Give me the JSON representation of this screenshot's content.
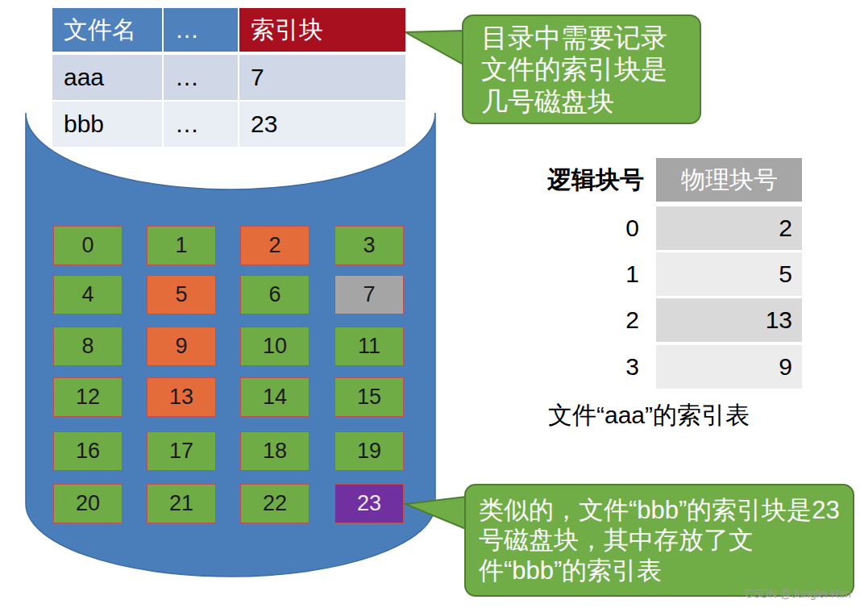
{
  "diagram": {
    "nodes": [
      {
        "text": [
          "目录中需要记录文件的索引块是几号磁盘块"
        ]
      },
      {
        "text": [
          "0"
        ]
      },
      {
        "text": [
          "1"
        ]
      },
      {
        "text": [
          "2"
        ]
      },
      {
        "text": [
          "3"
        ]
      },
      {
        "text": [
          "4"
        ]
      },
      {
        "text": [
          "5"
        ]
      },
      {
        "text": [
          "6"
        ]
      },
      {
        "text": [
          "7"
        ]
      },
      {
        "text": [
          "8"
        ]
      },
      {
        "text": [
          "9"
        ]
      },
      {
        "text": [
          "10"
        ]
      },
      {
        "text": [
          "11"
        ]
      },
      {
        "text": [
          "12"
        ]
      },
      {
        "text": [
          "13"
        ]
      },
      {
        "text": [
          "14"
        ]
      },
      {
        "text": [
          "15"
        ]
      },
      {
        "text": [
          "16"
        ]
      },
      {
        "text": [
          "17"
        ]
      },
      {
        "text": [
          "18"
        ]
      },
      {
        "text": [
          "19"
        ]
      },
      {
        "text": [
          "20"
        ]
      },
      {
        "text": [
          "21"
        ]
      },
      {
        "text": [
          "22"
        ]
      },
      {
        "text": [
          "23"
        ]
      },
      {
        "text": [
          "类似的，文件“bbb”的索引块是23号磁盘块，其中存放了文件“bbb”的索引表"
        ]
      }
    ],
    "labels": [
      "文件名",
      "…",
      "索引块",
      "aaa",
      "…",
      "7",
      "bbb",
      "…",
      "23",
      "逻辑块号",
      "物理块号",
      "0",
      "2",
      "1",
      "5",
      "2",
      "13",
      "3",
      "9",
      "文件“aaa”的索引表",
      "CSDN @Junglei-Rim"
    ]
  }
}
